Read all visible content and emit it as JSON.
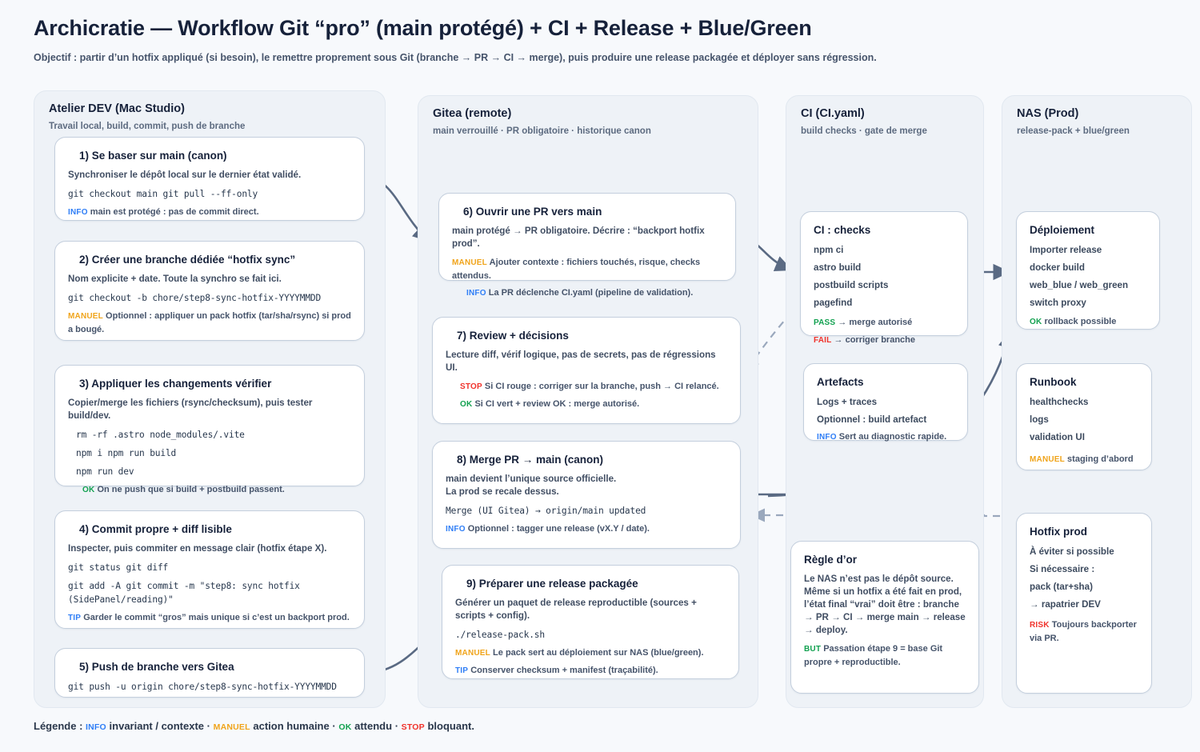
{
  "header": {
    "title": "Archicratie — Workflow Git “pro” (main protégé) + CI + Release + Blue/Green",
    "objective": "Objectif : partir d’un hotfix appliqué (si besoin), le remettre proprement sous Git (branche → PR → CI → merge), puis produire une release packagée et déployer sans régression."
  },
  "columns": {
    "dev": {
      "title": "Atelier DEV (Mac Studio)",
      "subtitle": "Travail local, build, commit, push de branche"
    },
    "gitea": {
      "title": "Gitea (remote)",
      "subtitle": "main verrouillé · PR obligatoire · historique canon"
    },
    "ci": {
      "title": "CI (CI.yaml)",
      "subtitle": "build checks · gate de merge"
    },
    "nas": {
      "title": "NAS (Prod)",
      "subtitle": "release-pack + blue/green"
    }
  },
  "steps": {
    "s1": {
      "title": "1) Se baser sur main (canon)",
      "desc": "Synchroniser le dépôt local sur le dernier état validé.",
      "code": "git checkout main git pull --ff-only",
      "note_tag": "INFO",
      "note": "main est protégé : pas de commit direct."
    },
    "s2": {
      "title": "2) Créer une branche dédiée “hotfix sync”",
      "desc": "Nom explicite + date. Toute la synchro se fait ici.",
      "code": "git checkout -b chore/step8-sync-hotfix-YYYYMMDD",
      "note_tag": "MANUEL",
      "note": "Optionnel : appliquer un pack hotfix (tar/sha/rsync) si prod a bougé."
    },
    "s3": {
      "title": "3) Appliquer les changements vérifier",
      "desc": "Copier/merge les fichiers (rsync/checksum), puis tester build/dev.",
      "code1": "rm -rf .astro node_modules/.vite",
      "code2": "npm i npm run build",
      "code3": "npm run dev",
      "note_tag": "OK",
      "note": "On ne push que si build + postbuild passent."
    },
    "s4": {
      "title": "4) Commit propre + diff lisible",
      "desc": "Inspecter, puis commiter en message clair (hotfix étape X).",
      "code1": "git status git diff",
      "code2": "git add -A git commit -m \"step8: sync hotfix (SidePanel/reading)\"",
      "note_tag": "TIP",
      "note": "Garder le commit “gros” mais unique si c’est un backport prod."
    },
    "s5": {
      "title": "5) Push de branche vers Gitea",
      "code": "git push -u origin chore/step8-sync-hotfix-YYYYMMDD"
    },
    "s6": {
      "title": "6) Ouvrir une PR vers main",
      "desc": "main protégé → PR obligatoire. Décrire : “backport hotfix prod”.",
      "note1_tag": "MANUEL",
      "note1": "Ajouter contexte : fichiers touchés, risque, checks attendus.",
      "note2_tag": "INFO",
      "note2": "La PR déclenche CI.yaml (pipeline de validation)."
    },
    "s7": {
      "title": "7) Review + décisions",
      "desc": "Lecture diff, vérif logique, pas de secrets, pas de régressions UI.",
      "note1_tag": "STOP",
      "note1": "Si CI rouge : corriger sur la branche, push → CI relancé.",
      "note2_tag": "OK",
      "note2": "Si CI vert + review OK : merge autorisé."
    },
    "s8": {
      "title": "8) Merge PR → main (canon)",
      "desc": "main devient l’unique source officielle.\nLa prod se recale dessus.",
      "code": "Merge (UI Gitea) → origin/main updated",
      "note_tag": "INFO",
      "note": "Optionnel : tagger une release (vX.Y / date)."
    },
    "s9": {
      "title": "9) Préparer une release packagée",
      "desc": "Générer un paquet de release reproductible (sources + scripts + config).",
      "code": "./release-pack.sh",
      "note1_tag": "MANUEL",
      "note1": "Le pack sert au déploiement sur NAS (blue/green).",
      "note2_tag": "TIP",
      "note2": "Conserver checksum + manifest (traçabilité)."
    }
  },
  "ci_cards": {
    "checks": {
      "title": "CI : checks",
      "items": [
        "npm ci",
        "astro build",
        "postbuild scripts",
        "pagefind"
      ],
      "pass_tag": "PASS",
      "pass": "→ merge autorisé",
      "fail_tag": "FAIL",
      "fail": "→ corriger branche"
    },
    "artefacts": {
      "title": "Artefacts",
      "items": [
        "Logs + traces",
        "Optionnel : build artefact"
      ],
      "note_tag": "INFO",
      "note": "Sert au diagnostic rapide."
    },
    "golden_rule": {
      "title": "Règle d’or",
      "line1": "Le NAS n’est pas le dépôt source.",
      "line2": "Même si un hotfix a été fait en prod,",
      "line3": "l’état final “vrai” doit être : branche → PR → CI → merge main → release → deploy.",
      "note_tag": "BUT",
      "note": "Passation étape 9 = base Git propre + reproductible."
    }
  },
  "nas_cards": {
    "deploy": {
      "title": "Déploiement",
      "items": [
        "Importer release",
        "docker build",
        "web_blue / web_green",
        "switch proxy"
      ],
      "note_tag": "OK",
      "note": "rollback possible"
    },
    "runbook": {
      "title": "Runbook",
      "items": [
        "healthchecks",
        "logs",
        "validation UI"
      ],
      "note_tag": "MANUEL",
      "note": "staging d’abord"
    },
    "hotfix": {
      "title": "Hotfix prod",
      "items": [
        "À éviter si possible",
        "Si nécessaire :",
        "pack (tar+sha)",
        "→ rapatrier DEV"
      ],
      "note_tag": "RISK",
      "note": "Toujours backporter via PR."
    }
  },
  "legend": {
    "label": "Légende :",
    "info_tag": "INFO",
    "info_text": "invariant / contexte",
    "sep1": "·",
    "manuel_tag": "MANUEL",
    "manuel_text": "action humaine",
    "sep2": "·",
    "ok_tag": "OK",
    "ok_text": "attendu",
    "sep3": "·",
    "stop_tag": "STOP",
    "stop_text": "bloquant."
  },
  "colors": {
    "page_bg": "#f7f9fc",
    "column_bg": "#eef2f7",
    "card_bg": "#ffffff",
    "card_border": "#c4cfdd",
    "text": "#16213a",
    "muted": "#5d6b80",
    "info_blue": "#2f7ef6",
    "manuel_orange": "#f0a41b",
    "ok_green": "#12a150",
    "stop_red": "#f0322b",
    "connector": "#5a6a83",
    "connector_dashed": "#9aa8bd"
  }
}
